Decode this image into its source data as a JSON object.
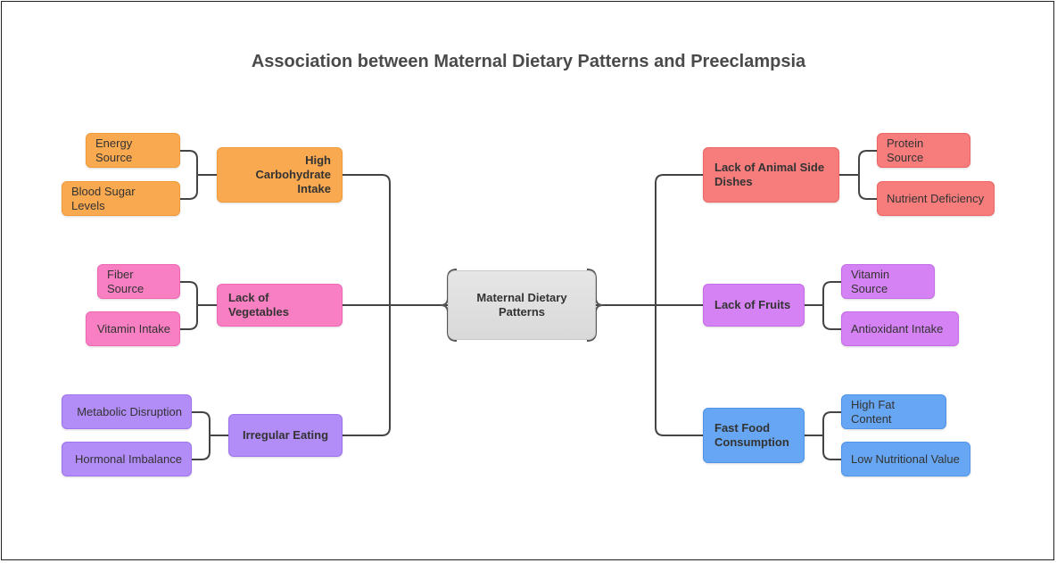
{
  "title": "Association between Maternal Dietary Patterns and Preeclampsia",
  "center": "Maternal Dietary Patterns",
  "colors": {
    "orange": "#f9a94f",
    "pink": "#f97fc3",
    "purple": "#b28cf7",
    "red": "#f77c7c",
    "violet": "#d583f4",
    "blue": "#67a6f2",
    "center": "#dcdcdc",
    "connector": "#444444"
  },
  "left": [
    {
      "label": "High Carbohydrate Intake",
      "children": [
        "Energy Source",
        "Blood Sugar Levels"
      ]
    },
    {
      "label": "Lack of Vegetables",
      "children": [
        "Fiber Source",
        "Vitamin Intake"
      ]
    },
    {
      "label": "Irregular Eating",
      "children": [
        "Metabolic Disruption",
        "Hormonal Imbalance"
      ]
    }
  ],
  "right": [
    {
      "label": "Lack of Animal Side Dishes",
      "children": [
        "Protein Source",
        "Nutrient Deficiency"
      ]
    },
    {
      "label": "Lack of Fruits",
      "children": [
        "Vitamin Source",
        "Antioxidant Intake"
      ]
    },
    {
      "label": "Fast Food Consumption",
      "children": [
        "High Fat Content",
        "Low Nutritional Value"
      ]
    }
  ]
}
